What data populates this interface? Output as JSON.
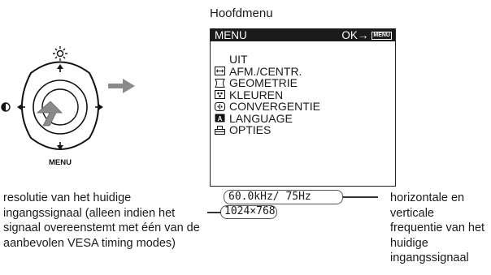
{
  "hoofdmenu_label": "Hoofdmenu",
  "joystick": {
    "menu_label": "MENU"
  },
  "menu": {
    "header_left": "MENU",
    "header_right": "OK→",
    "header_chip": "MENU",
    "items": [
      {
        "label": "UIT",
        "icon": "none"
      },
      {
        "label": "AFM./CENTR.",
        "icon": "size-center-icon"
      },
      {
        "label": "GEOMETRIE",
        "icon": "geometry-icon"
      },
      {
        "label": "KLEUREN",
        "icon": "color-icon"
      },
      {
        "label": "CONVERGENTIE",
        "icon": "convergence-icon"
      },
      {
        "label": "LANGUAGE",
        "icon": "language-icon"
      },
      {
        "label": "OPTIES",
        "icon": "options-icon"
      }
    ]
  },
  "signal": {
    "frequency": "60.0kHz/ 75Hz",
    "resolution": "1024×768"
  },
  "annotations": {
    "left": "resolutie van het huidige ingangssignaal (alleen indien het signaal overeenstemt met één van de aanbevolen VESA timing modes)",
    "right": "horizontale en verticale frequentie van het huidige ingangssignaal"
  }
}
